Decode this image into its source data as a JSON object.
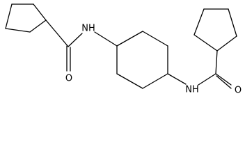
{
  "molecule": {
    "atom_labels": {
      "nh_left": "NH",
      "o_left": "O",
      "nh_right": "NH",
      "o_right": "O"
    }
  }
}
